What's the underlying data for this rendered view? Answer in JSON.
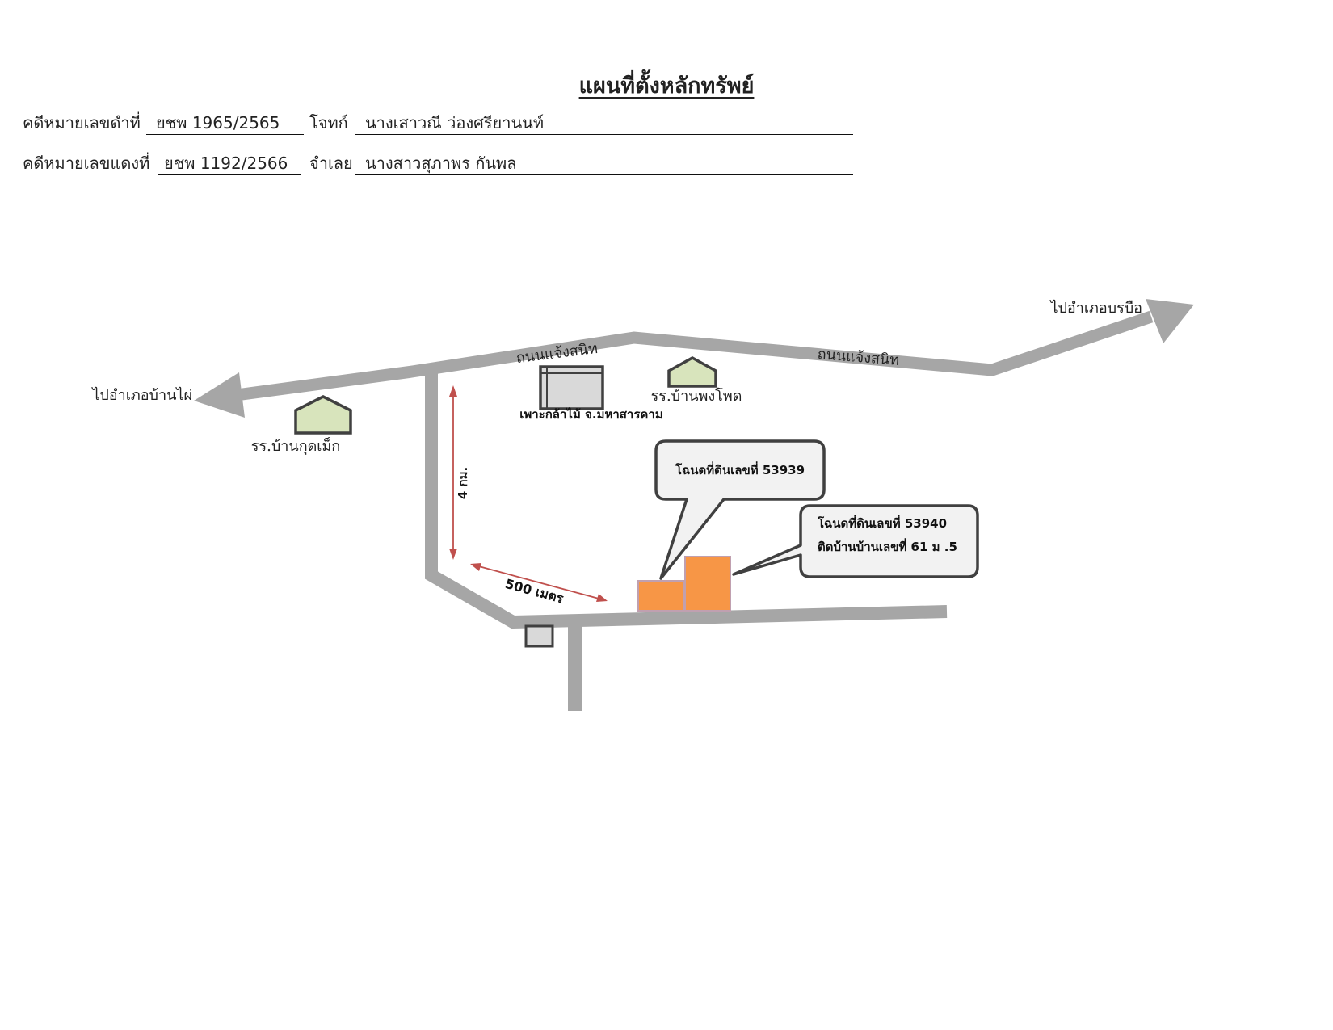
{
  "header": {
    "title": "แผนที่ตั้งหลักทรัพย์",
    "black_case_label": "คดีหมายเลขดำที่",
    "black_case_no": "ยชพ 1965/2565",
    "plaintiff_label": "โจทก์",
    "plaintiff_name": "นางเสาวณี ว่องศรียานนท์",
    "red_case_label": "คดีหมายเลขแดงที่",
    "red_case_no": "ยชพ 1192/2566",
    "defendant_label": "จำเลย",
    "defendant_name": "นางสาวสุภาพร กันพล"
  },
  "map": {
    "dest_left": "ไปอำเภอบ้านไผ่",
    "dest_right": "ไปอำเภอบรบือ",
    "road_name_1": "ถนนแจ้งสนิท",
    "road_name_2": "ถนนแจ้งสนิท",
    "school_1": "รร.บ้านกุดเม็ก",
    "school_2": "รร.บ้านพงโพด",
    "nursery": "เพาะกล้าไม้ จ.มหาสารคาม",
    "distance_vertical": "4 กม.",
    "distance_diagonal": "500 เมตร",
    "callout_1": "โฉนดที่ดินเลขที่ 53939",
    "callout_2_line1": "โฉนดที่ดินเลขที่ 53940",
    "callout_2_line2": "ติดบ้านบ้านเลขที่ 61 ม .5"
  },
  "colors": {
    "road": "#a6a6a6",
    "house_fill": "#d8e4bc",
    "house_outline": "#404040",
    "property_fill": "#f79646",
    "property_outline": "#c0a0b0",
    "distance_arrow": "#c0504d",
    "callout_fill": "#f2f2f2",
    "callout_outline": "#404040",
    "nursery_fill": "#d9d9d9"
  }
}
